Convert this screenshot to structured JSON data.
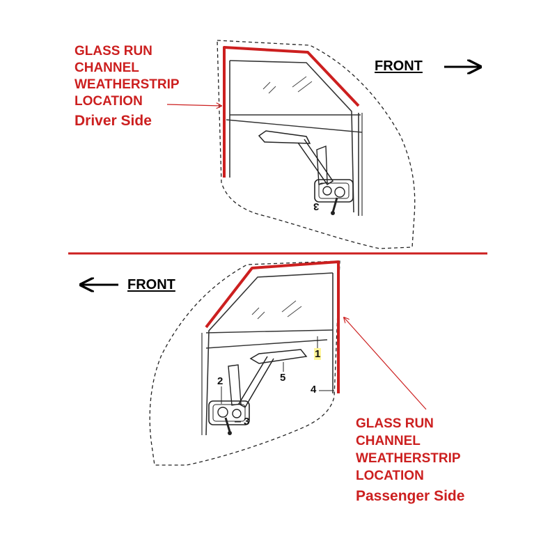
{
  "driver": {
    "caption": [
      "GLASS RUN",
      "CHANNEL",
      "WEATHERSTRIP",
      "LOCATION"
    ],
    "side_label": "Driver Side",
    "front_label": "FRONT",
    "front_direction": "right",
    "part_numbers": [
      "3"
    ]
  },
  "passenger": {
    "caption": [
      "GLASS RUN",
      "CHANNEL",
      "WEATHERSTRIP",
      "LOCATION"
    ],
    "side_label": "Passenger Side",
    "front_label": "FRONT",
    "front_direction": "left",
    "part_numbers": [
      "1",
      "2",
      "3",
      "4",
      "5"
    ]
  },
  "colors": {
    "highlight": "#cc1f1f",
    "line_art": "#222222",
    "part_highlight": "#fff59a"
  }
}
